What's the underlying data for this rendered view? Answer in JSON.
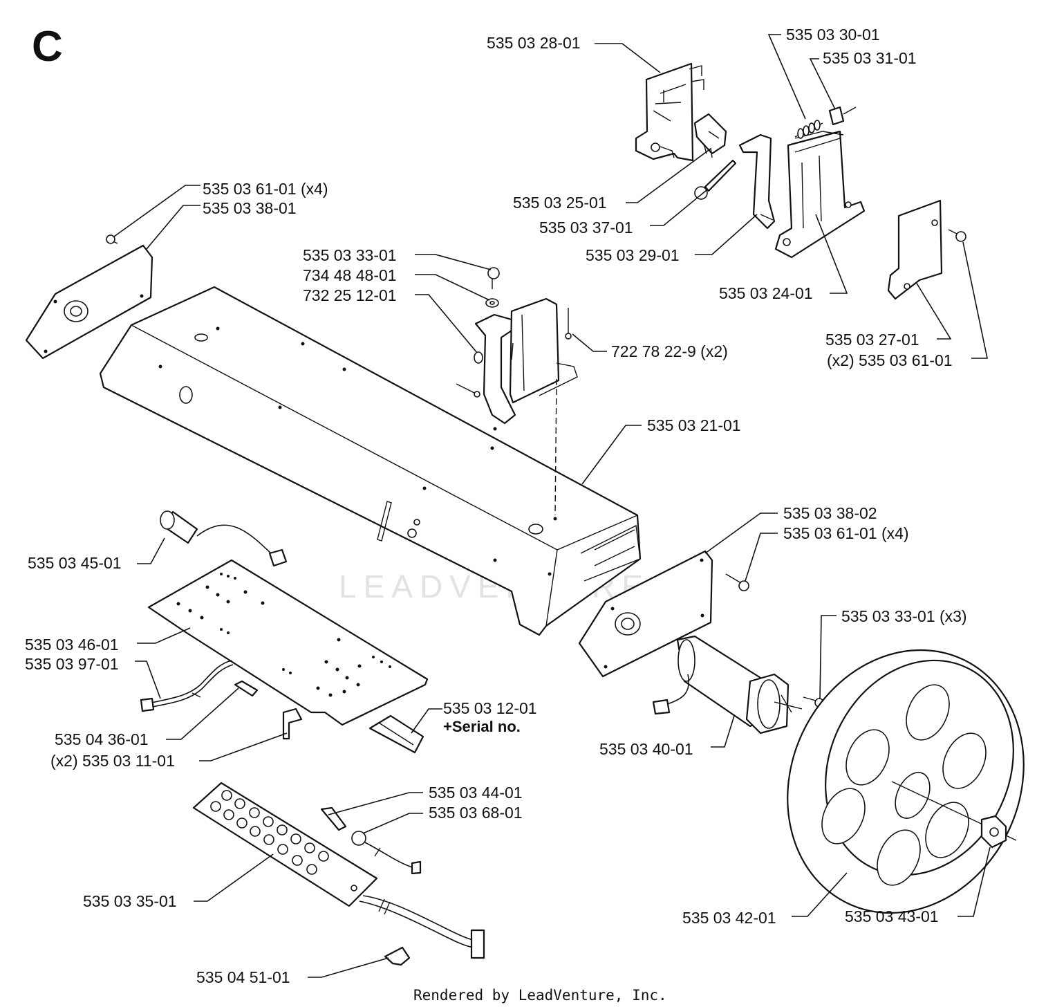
{
  "section_letter": "C",
  "watermark": "LEADVENTURE",
  "footer": "Rendered by LeadVenture, Inc.",
  "colors": {
    "line": "#111111",
    "background": "#ffffff",
    "watermark": "#e2e2e2"
  },
  "labels": {
    "p_535_03_28_01": "535 03 28-01",
    "p_535_03_30_01": "535 03 30-01",
    "p_535_03_31_01": "535 03 31-01",
    "p_535_03_61_01_x4_top": "535 03 61-01 (x4)",
    "p_535_03_38_01": "535 03 38-01",
    "p_535_03_25_01": "535 03 25-01",
    "p_535_03_37_01": "535 03 37-01",
    "p_535_03_33_01": "535 03 33-01",
    "p_734_48_48_01": "734 48 48-01",
    "p_732_25_12_01": "732 25 12-01",
    "p_535_03_29_01": "535 03 29-01",
    "p_535_03_24_01": "535 03 24-01",
    "p_722_78_22_9": "722 78 22-9 (x2)",
    "p_535_03_27_01": "535 03 27-01",
    "p_x2_535_03_61_01": "(x2) 535 03 61-01",
    "p_535_03_21_01": "535 03 21-01",
    "p_535_03_38_02": "535 03 38-02",
    "p_535_03_61_01_x4_right": "535 03 61-01 (x4)",
    "p_535_03_45_01": "535 03 45-01",
    "p_535_03_33_01_x3": "535 03 33-01 (x3)",
    "p_535_03_46_01": "535 03 46-01",
    "p_535_03_97_01": "535 03 97-01",
    "p_535_03_12_01": "535 03 12-01",
    "serial_note": "+Serial no.",
    "p_535_04_36_01": "535 04 36-01",
    "p_x2_535_03_11_01": "(x2) 535 03 11-01",
    "p_535_03_40_01": "535 03 40-01",
    "p_535_03_44_01": "535 03 44-01",
    "p_535_03_68_01": "535 03 68-01",
    "p_535_03_35_01": "535 03 35-01",
    "p_535_03_42_01": "535 03 42-01",
    "p_535_03_43_01": "535 03 43-01",
    "p_535_04_51_01": "535 04 51-01"
  }
}
